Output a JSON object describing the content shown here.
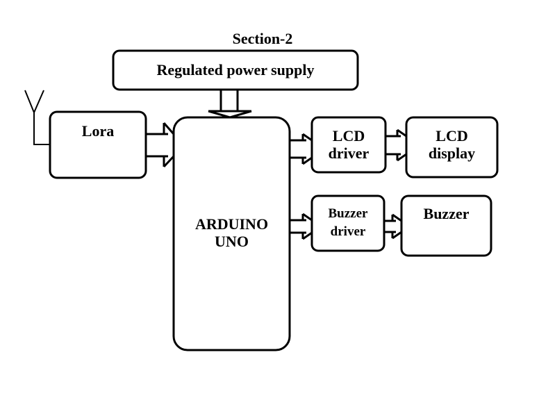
{
  "section_title": "Section-2",
  "blocks": {
    "power": {
      "label": "Regulated power supply"
    },
    "lora": {
      "label": "Lora"
    },
    "arduino": {
      "lines": [
        "ARDUINO",
        "UNO"
      ]
    },
    "lcd_driver": {
      "lines": [
        "LCD",
        "driver"
      ]
    },
    "lcd_display": {
      "lines": [
        "LCD",
        "display"
      ]
    },
    "buzzer_driver": {
      "lines": [
        "Buzzer",
        "driver"
      ]
    },
    "buzzer": {
      "label": "Buzzer"
    }
  },
  "colors": {
    "stroke": "#000000",
    "background": "#ffffff"
  }
}
